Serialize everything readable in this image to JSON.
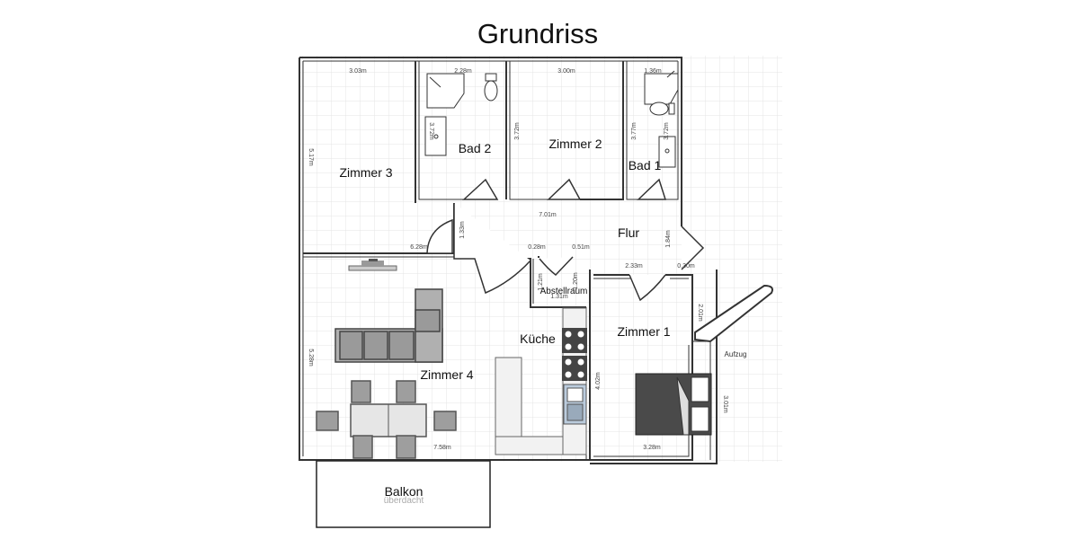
{
  "title": "Grundriss",
  "rooms": {
    "zimmer3": "Zimmer 3",
    "bad2": "Bad 2",
    "zimmer2": "Zimmer 2",
    "bad1": "Bad 1",
    "flur": "Flur",
    "abstellraum": "Abstellraum",
    "kueche": "Küche",
    "zimmer1": "Zimmer 1",
    "zimmer4": "Zimmer 4",
    "balkon": "Balkon",
    "balkon_note": "überdacht",
    "aufzug": "Aufzug"
  },
  "dimensions": {
    "z3_width": "3.03m",
    "z3_height": "5.17m",
    "bad2_width": "2.28m",
    "bad2_height": "3.72m",
    "z2_width": "3.00m",
    "z2_height": "3.72m",
    "bad1_width": "1.36m",
    "bad1_height_a": "3.77m",
    "bad1_height_b": "3.72m",
    "flur_width": "7.01m",
    "flur_height": "1.33m",
    "flur_right": "1.84m",
    "z3_bottom": "6.28m",
    "abst_a": "0.28m",
    "abst_b": "0.51m",
    "abst_c": "1.20m",
    "abst_d": "1.31m",
    "abst_e": "1.21m",
    "flur_lower": "2.33m",
    "flur_lower_b": "0.30m",
    "aufzug_h": "2.01m",
    "z1_height": "4.02m",
    "z1_width": "3.28m",
    "z1_right": "3.01m",
    "z4_height": "5.28m",
    "z4_width": "7.58m"
  }
}
